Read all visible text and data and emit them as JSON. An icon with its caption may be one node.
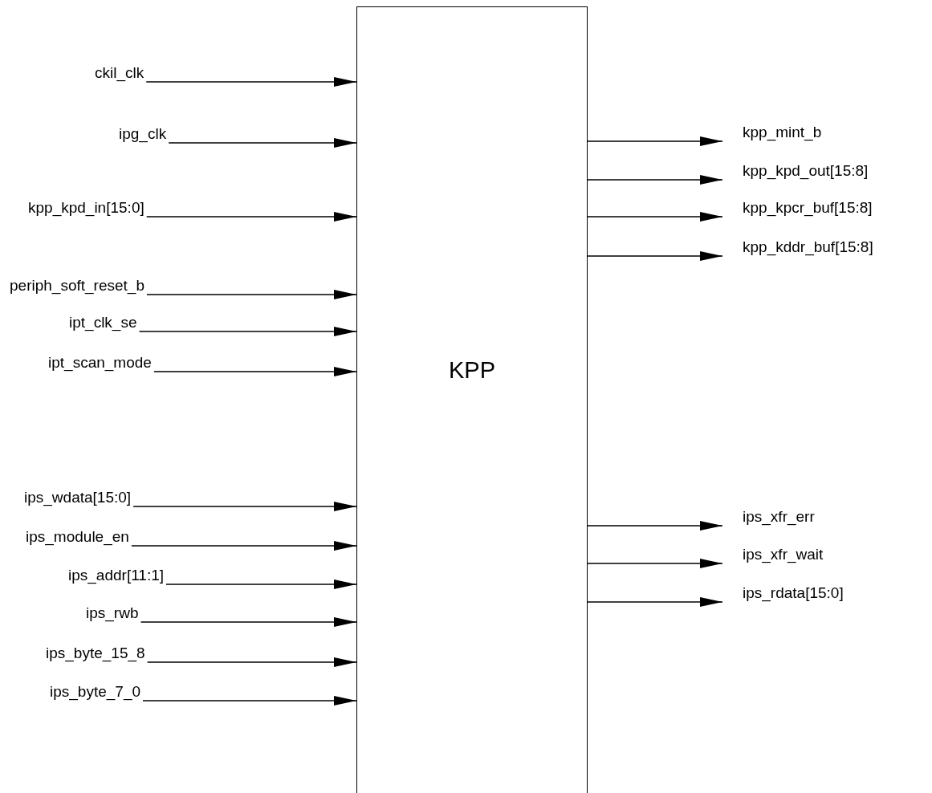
{
  "diagram": {
    "nodes": [
      {
        "text": [
          "KPP"
        ]
      },
      {
        "text": [
          "ckil_clk"
        ]
      },
      {
        "text": [
          "ipg_clk"
        ]
      },
      {
        "text": [
          "kpp_kpd_in[15:0]"
        ]
      },
      {
        "text": [
          "periph_soft_reset_b"
        ]
      },
      {
        "text": [
          "ipt_clk_se"
        ]
      },
      {
        "text": [
          "ipt_scan_mode"
        ]
      },
      {
        "text": [
          "ips_wdata[15:0]"
        ]
      },
      {
        "text": [
          "ips_module_en"
        ]
      },
      {
        "text": [
          "ips_addr[11:1]"
        ]
      },
      {
        "text": [
          "ips_rwb"
        ]
      },
      {
        "text": [
          "ips_byte_15_8"
        ]
      },
      {
        "text": [
          "ips_byte_7_0"
        ]
      },
      {
        "text": [
          "kpp_mint_b"
        ]
      },
      {
        "text": [
          "kpp_kpd_out[15:8]"
        ]
      },
      {
        "text": [
          "kpp_kpcr_buf[15:8]"
        ]
      },
      {
        "text": [
          "kpp_kddr_buf[15:8]"
        ]
      },
      {
        "text": [
          "ips_xfr_err"
        ]
      },
      {
        "text": [
          "ips_xfr_wait"
        ]
      },
      {
        "text": [
          "ips_rdata[15:0]"
        ]
      }
    ],
    "edges": [
      {
        "from": 1,
        "to": 0,
        "arrow": "to"
      },
      {
        "from": 2,
        "to": 0,
        "arrow": "to"
      },
      {
        "from": 3,
        "to": 0,
        "arrow": "to"
      },
      {
        "from": 4,
        "to": 0,
        "arrow": "to"
      },
      {
        "from": 5,
        "to": 0,
        "arrow": "to"
      },
      {
        "from": 6,
        "to": 0,
        "arrow": "to"
      },
      {
        "from": 7,
        "to": 0,
        "arrow": "to"
      },
      {
        "from": 8,
        "to": 0,
        "arrow": "to"
      },
      {
        "from": 9,
        "to": 0,
        "arrow": "to"
      },
      {
        "from": 10,
        "to": 0,
        "arrow": "to"
      },
      {
        "from": 11,
        "to": 0,
        "arrow": "to"
      },
      {
        "from": 12,
        "to": 0,
        "arrow": "to"
      },
      {
        "from": 0,
        "to": 13,
        "arrow": "to"
      },
      {
        "from": 0,
        "to": 14,
        "arrow": "to"
      },
      {
        "from": 0,
        "to": 15,
        "arrow": "to"
      },
      {
        "from": 0,
        "to": 16,
        "arrow": "to"
      },
      {
        "from": 0,
        "to": 17,
        "arrow": "to"
      },
      {
        "from": 0,
        "to": 18,
        "arrow": "to"
      },
      {
        "from": 0,
        "to": 19,
        "arrow": "to"
      }
    ]
  }
}
